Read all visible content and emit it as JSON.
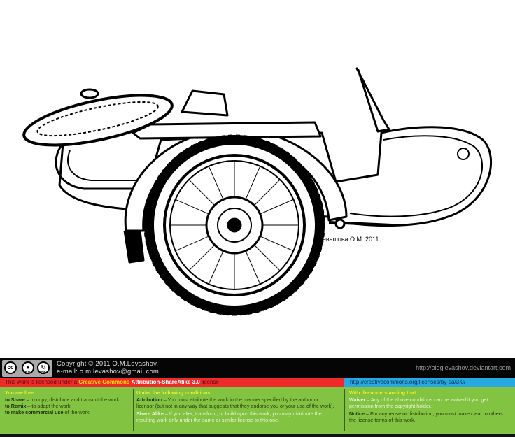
{
  "artwork": {
    "signature": "Левашова О.М. 2011"
  },
  "license_badge": {
    "cc": "cc",
    "by": "BY",
    "sa": "SA"
  },
  "header": {
    "copyright": "Copyright © 2011 O.M.Levashov,",
    "email": "e-mail: o.m.levashov@gmail.com",
    "site": "http://oleglevashov.deviantart.com"
  },
  "license_bar": {
    "prefix": "This work is licensed under a ",
    "cc": "Creative Commons",
    "name": "Attribution-ShareAlike 3.0",
    "suffix": " license",
    "url": "http://creativecommons.org/licenses/by-sa/3.0/"
  },
  "columns": {
    "free": {
      "heading": "You are free:",
      "items": [
        {
          "term": "to Share",
          "text": " – to copy, distribute and transmit the work"
        },
        {
          "term": "to Remix",
          "text": " – to adapt the work"
        },
        {
          "term": "to make commercial use",
          "text": " of the work"
        }
      ]
    },
    "conditions": {
      "heading": "Under the following conditions:",
      "items": [
        {
          "term": "Attribution",
          "text": " – You must attribute the work in the manner specified by the author or licensor (but not in any way that suggests that they endorse you or your use of the work)."
        },
        {
          "term": "Share Alike",
          "text": " – If you alter, transform, or build upon this work, you may distribute the resulting work only under the same or similar license to this one."
        }
      ]
    },
    "understanding": {
      "heading": "With the understanding that:",
      "items": [
        {
          "term": "Waiver",
          "text": " – Any of the above conditions can be waived if you get permission from the copyright holder."
        },
        {
          "term": "Notice",
          "text": " – For any reuse or distribution, you must make clear to others the license terms of this work."
        }
      ]
    }
  }
}
